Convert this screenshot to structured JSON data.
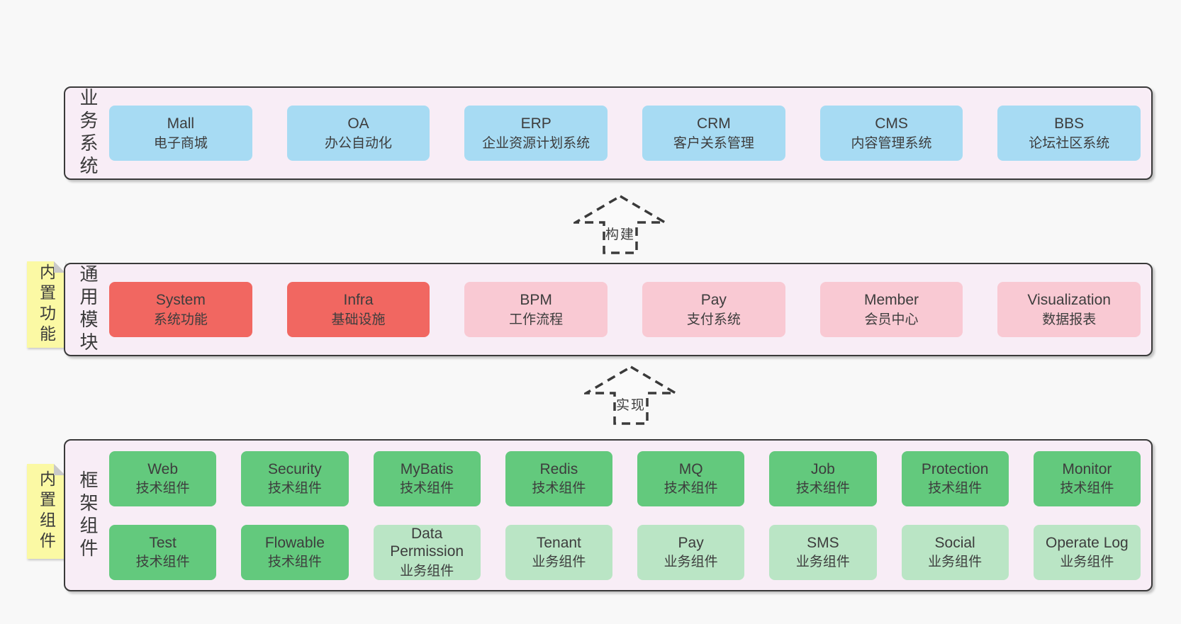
{
  "diagram": {
    "layers": {
      "business": {
        "label": "业务系统",
        "boxes": [
          {
            "title": "Mall",
            "subtitle": "电子商城"
          },
          {
            "title": "OA",
            "subtitle": "办公自动化"
          },
          {
            "title": "ERP",
            "subtitle": "企业资源计划系统"
          },
          {
            "title": "CRM",
            "subtitle": "客户关系管理"
          },
          {
            "title": "CMS",
            "subtitle": "内容管理系统"
          },
          {
            "title": "BBS",
            "subtitle": "论坛社区系统"
          }
        ]
      },
      "modules": {
        "label": "通用模块",
        "sticky": "内置功能",
        "boxes": [
          {
            "title": "System",
            "subtitle": "系统功能"
          },
          {
            "title": "Infra",
            "subtitle": "基础设施"
          },
          {
            "title": "BPM",
            "subtitle": "工作流程"
          },
          {
            "title": "Pay",
            "subtitle": "支付系统"
          },
          {
            "title": "Member",
            "subtitle": "会员中心"
          },
          {
            "title": "Visualization",
            "subtitle": "数据报表"
          }
        ]
      },
      "components": {
        "label": "框架组件",
        "sticky": "内置组件",
        "row1": [
          {
            "title": "Web",
            "subtitle": "技术组件"
          },
          {
            "title": "Security",
            "subtitle": "技术组件"
          },
          {
            "title": "MyBatis",
            "subtitle": "技术组件"
          },
          {
            "title": "Redis",
            "subtitle": "技术组件"
          },
          {
            "title": "MQ",
            "subtitle": "技术组件"
          },
          {
            "title": "Job",
            "subtitle": "技术组件"
          },
          {
            "title": "Protection",
            "subtitle": "技术组件"
          },
          {
            "title": "Monitor",
            "subtitle": "技术组件"
          }
        ],
        "row2": [
          {
            "title": "Test",
            "subtitle": "技术组件"
          },
          {
            "title": "Flowable",
            "subtitle": "技术组件"
          },
          {
            "title": "Data Permission",
            "subtitle": "业务组件"
          },
          {
            "title": "Tenant",
            "subtitle": "业务组件"
          },
          {
            "title": "Pay",
            "subtitle": "业务组件"
          },
          {
            "title": "SMS",
            "subtitle": "业务组件"
          },
          {
            "title": "Social",
            "subtitle": "业务组件"
          },
          {
            "title": "Operate Log",
            "subtitle": "业务组件"
          }
        ]
      }
    },
    "arrows": [
      {
        "label": "构建"
      },
      {
        "label": "实现"
      }
    ],
    "colors": {
      "page_bg": "#f8f8f8",
      "panel_bg": "#f8edf6",
      "panel_border": "#3a3a3a",
      "blue": "#a7dbf3",
      "red": "#f16761",
      "pink": "#f9c9d3",
      "green": "#63c97d",
      "green_light": "#bae5c5",
      "sticky_yellow": "#fbf9a4",
      "text": "#3d3d3d"
    }
  }
}
